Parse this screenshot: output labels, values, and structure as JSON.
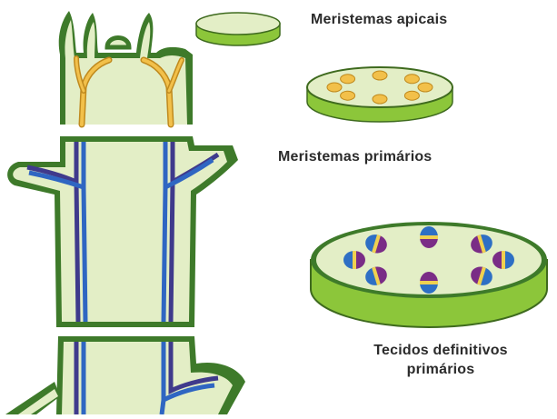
{
  "labels": {
    "apical": "Meristemas apicais",
    "primary": "Meristemas primários",
    "tissues_line1": "Tecidos definitivos",
    "tissues_line2": "primários"
  },
  "colors": {
    "cortex": "#e3eec6",
    "epidermis": "#3e7a2a",
    "disc_side": "#8cc63a",
    "procambium": "#f2c04a",
    "procambium_edge": "#c08a1e",
    "xylem": "#3f3a8c",
    "phloem": "#2f66c2",
    "cambium": "#f0d050",
    "bundle_purple": "#7a2c86",
    "bundle_blue": "#2e6fc4"
  },
  "icons": {
    "apical_disc": "plain-disc-icon",
    "primary_disc": "disc-with-procambium-icon",
    "tissue_disc": "disc-with-vascular-bundles-icon"
  }
}
